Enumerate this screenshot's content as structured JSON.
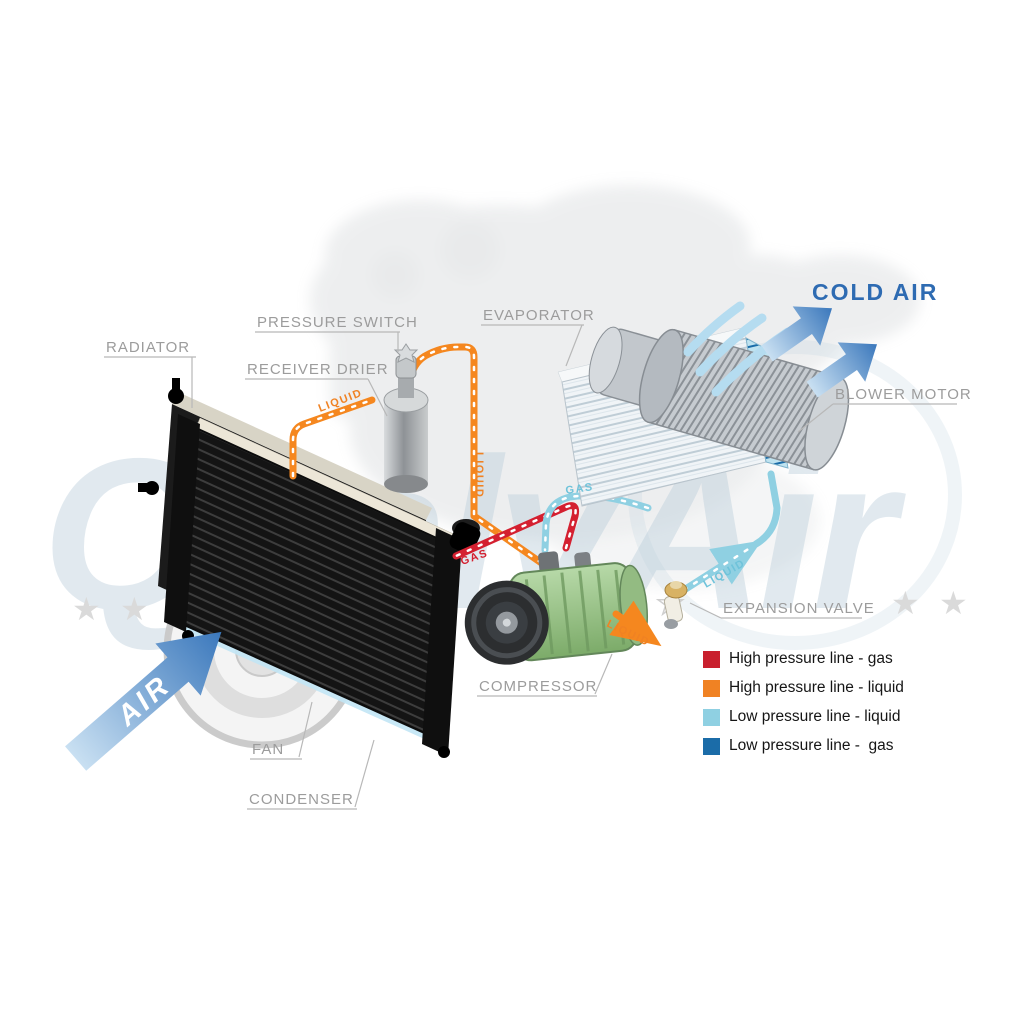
{
  "labels": {
    "radiator": "RADIATOR",
    "pressure_switch": "PRESSURE SWITCH",
    "receiver_drier": "RECEIVER DRIER",
    "evaporator": "EVAPORATOR",
    "blower_motor": "BLOWER MOTOR",
    "cold_air": "COLD AIR",
    "expansion_valve": "EXPANSION VALVE",
    "compressor": "COMPRESSOR",
    "fan": "FAN",
    "condenser": "CONDENSER",
    "air": "AIR"
  },
  "flow_labels": {
    "condenser_to_drier": "LIQUID",
    "drier_down": "LIQUID",
    "suction_gas": "GAS",
    "discharge_gas": "GAS",
    "evaporator_inlet": "LIQUID",
    "to_expansion_valve": "LIQUID"
  },
  "legend": {
    "items": [
      {
        "label": "High pressure line - gas",
        "color": "#c9202e"
      },
      {
        "label": "High pressure line - liquid",
        "color": "#f08223"
      },
      {
        "label": "Low pressure line - liquid",
        "color": "#8fd0e2"
      },
      {
        "label": "Low pressure line -  gas",
        "color": "#1b6ca8"
      }
    ]
  },
  "watermark": {
    "text": "QualyAir"
  },
  "colors": {
    "high_pressure_gas": "#d42030",
    "high_pressure_liquid": "#f5871f",
    "low_pressure_liquid": "#8fd0e2",
    "low_pressure_gas": "#1b6ca8",
    "label_gray": "#9c9c9c",
    "cold_air_blue": "#2e6bb2"
  }
}
